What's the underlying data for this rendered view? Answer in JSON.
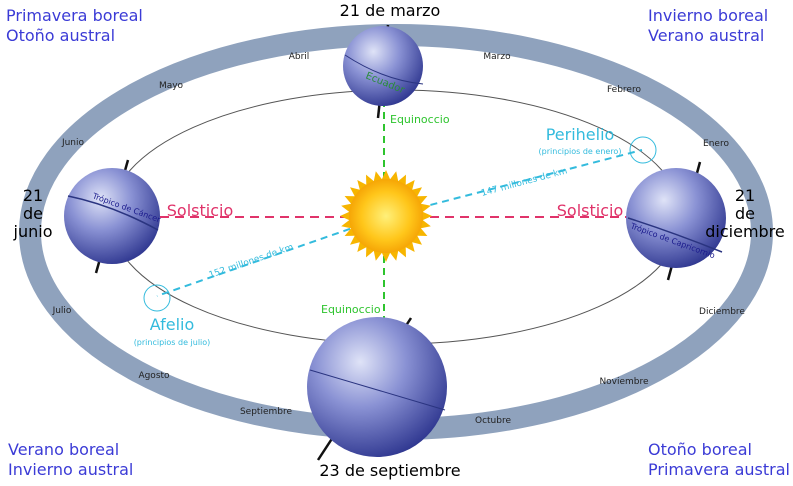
{
  "corners": {
    "top_left": [
      "Primavera boreal",
      "Otoño austral"
    ],
    "top_right": [
      "Invierno boreal",
      "Verano austral"
    ],
    "bottom_left": [
      "Verano boreal",
      "Invierno austral"
    ],
    "bottom_right": [
      "Otoño boreal",
      "Primavera austral"
    ]
  },
  "dates": {
    "march": "21 de marzo",
    "september": "23 de septiembre",
    "june": [
      "21",
      "de",
      "junio"
    ],
    "december": [
      "21",
      "de",
      "diciembre"
    ]
  },
  "months": [
    "Enero",
    "Febrero",
    "Marzo",
    "Abril",
    "Mayo",
    "Junio",
    "Julio",
    "Agosto",
    "Septiembre",
    "Octubre",
    "Noviembre",
    "Diciembre"
  ],
  "labels": {
    "solstice": "Solsticio",
    "equinox": "Equinoccio",
    "perihelion": "Perihelio",
    "perihelion_note": "(principios de enero)",
    "aphelion": "Afelio",
    "aphelion_note": "(principios de julio)",
    "perihelion_distance": "147 millones de km",
    "aphelion_distance": "152 millones de km",
    "equator": "Ecuador",
    "tropic_cancer": "Trópico de Cáncer",
    "tropic_capricorn": "Trópico de Capricornio"
  },
  "colors": {
    "corner_text": "#3b3bd6",
    "solstice": "#e0336a",
    "equinox": "#2ec42e",
    "distance": "#33bbdd",
    "ring": "#8fa2bd",
    "sun": "#f7b500",
    "earth": "#5e68b8"
  }
}
